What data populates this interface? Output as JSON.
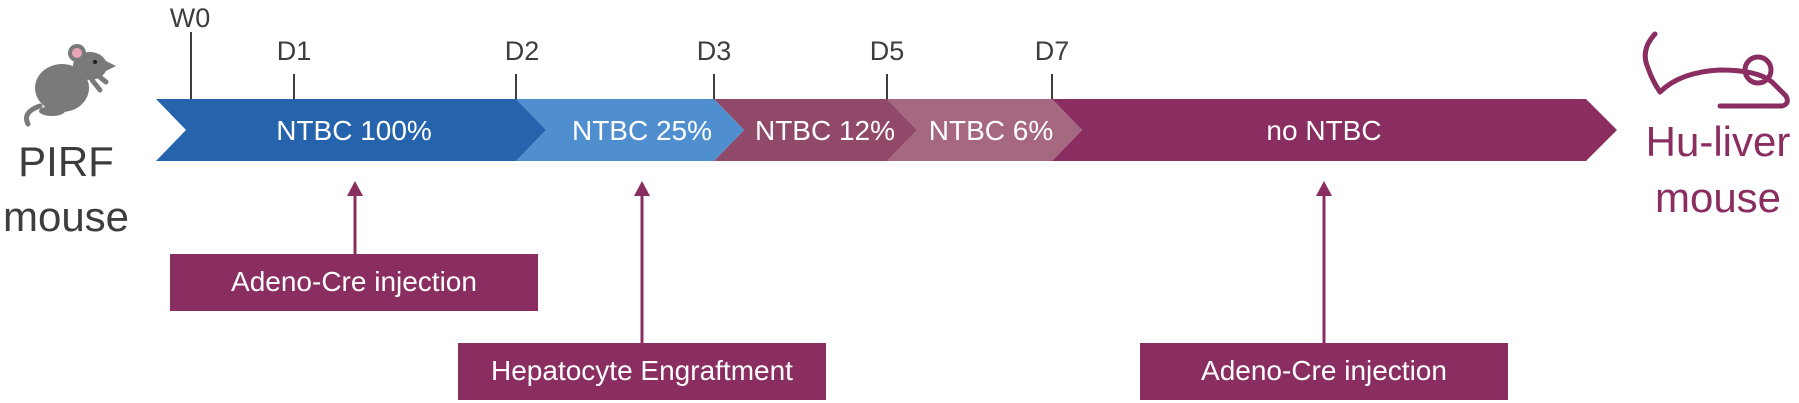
{
  "left_subject": {
    "line1": "PIRF",
    "line2": "mouse",
    "icon": "mouse-icon",
    "color": "#3d3d3d"
  },
  "right_subject": {
    "line1": "Hu-liver",
    "line2": "mouse",
    "icon": "mouse-outline-icon",
    "color": "#8a2d60"
  },
  "timepoints": [
    "W0",
    "D1",
    "D2",
    "D3",
    "D5",
    "D7"
  ],
  "segments": [
    {
      "label": "NTBC 100%",
      "color": "#2563ad"
    },
    {
      "label": "NTBC 25%",
      "color": "#4f8fcf"
    },
    {
      "label": "NTBC 12%",
      "color": "#914969"
    },
    {
      "label": "NTBC 6%",
      "color": "#a56880"
    },
    {
      "label": "no NTBC",
      "color": "#8a2d60"
    }
  ],
  "events": [
    {
      "label": "Adeno-Cre injection"
    },
    {
      "label": "Hepatocyte Engraftment"
    },
    {
      "label": "Adeno-Cre injection"
    }
  ],
  "colors": {
    "event_box": "#8a2d60",
    "event_text": "#ffffff",
    "tick": "#3d3d3d"
  }
}
